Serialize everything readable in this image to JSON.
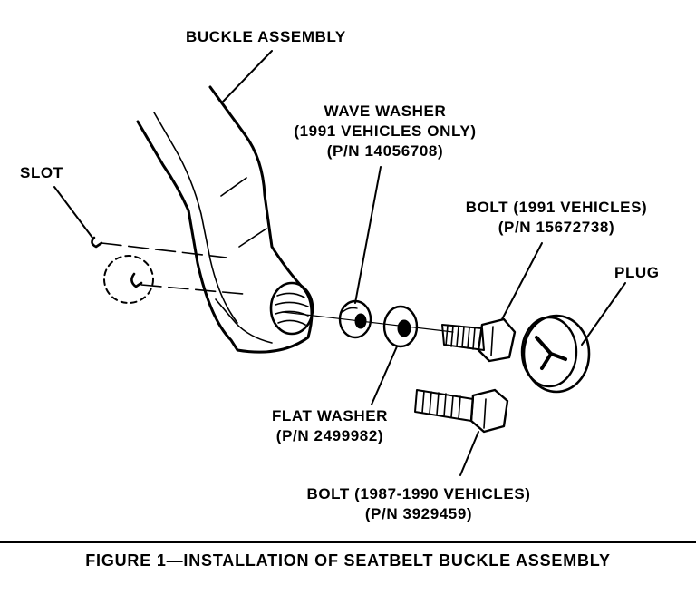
{
  "labels": {
    "buckle_assembly": "BUCKLE ASSEMBLY",
    "slot": "SLOT",
    "wave_washer": {
      "line1": "WAVE WASHER",
      "line2": "(1991 VEHICLES ONLY)",
      "line3": "(P/N 14056708)"
    },
    "bolt_1991": {
      "line1": "BOLT (1991  VEHICLES)",
      "line2": "(P/N 15672738)"
    },
    "plug": "PLUG",
    "flat_washer": {
      "line1": "FLAT WASHER",
      "line2": "(P/N 2499982)"
    },
    "bolt_1987_1990": {
      "line1": "BOLT (1987-1990 VEHICLES)",
      "line2": "(P/N 3929459)"
    }
  },
  "caption": "FIGURE 1—INSTALLATION OF SEATBELT BUCKLE ASSEMBLY",
  "colors": {
    "ink": "#000000",
    "paper": "#ffffff"
  }
}
